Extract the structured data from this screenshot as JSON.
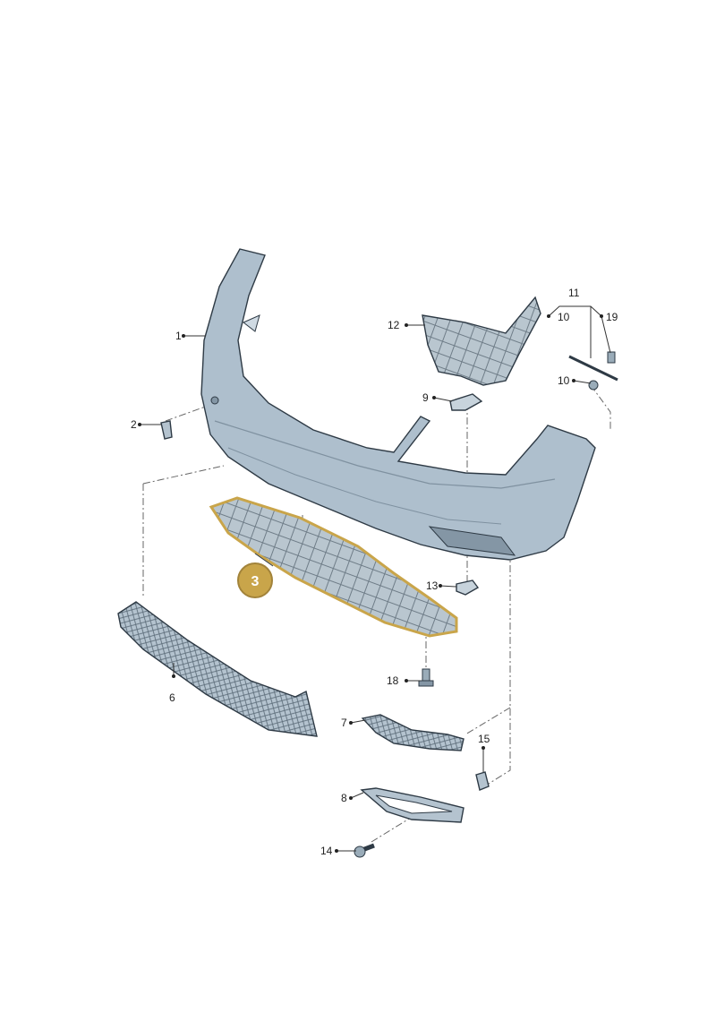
{
  "highlight_color": "#c9a54a",
  "part_color": "#aebfcd",
  "parts": [
    {
      "id": "1",
      "label": "1"
    },
    {
      "id": "2",
      "label": "2"
    },
    {
      "id": "3",
      "label": "3"
    },
    {
      "id": "6",
      "label": "6"
    },
    {
      "id": "7",
      "label": "7"
    },
    {
      "id": "8",
      "label": "8"
    },
    {
      "id": "9",
      "label": "9"
    },
    {
      "id": "10a",
      "label": "10"
    },
    {
      "id": "10b",
      "label": "10"
    },
    {
      "id": "11",
      "label": "11"
    },
    {
      "id": "12",
      "label": "12"
    },
    {
      "id": "13",
      "label": "13"
    },
    {
      "id": "14",
      "label": "14"
    },
    {
      "id": "15",
      "label": "15"
    },
    {
      "id": "18",
      "label": "18"
    },
    {
      "id": "19",
      "label": "19"
    }
  ]
}
